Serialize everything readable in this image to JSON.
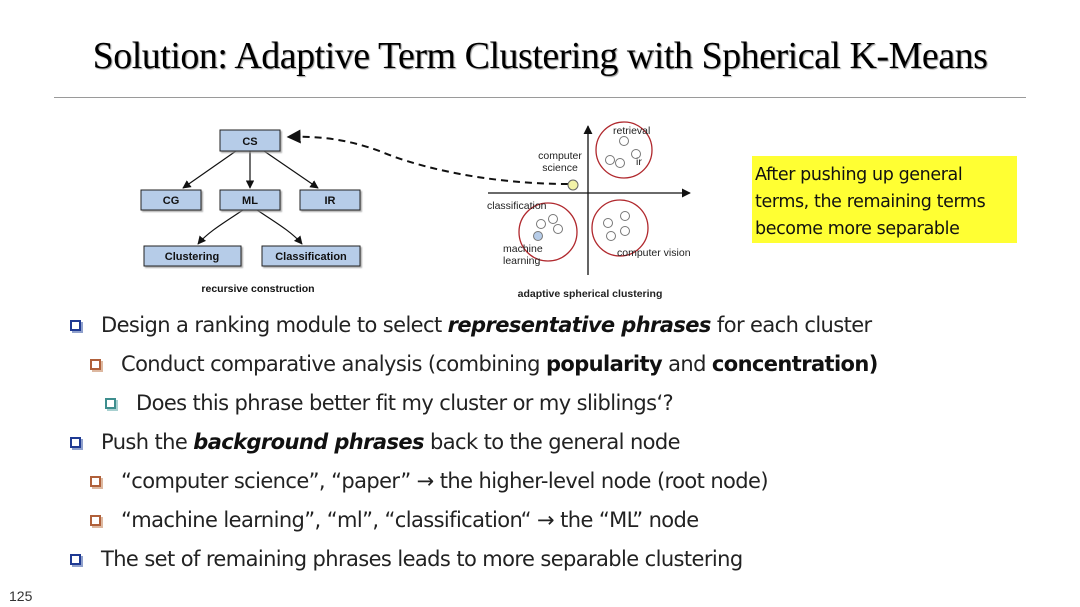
{
  "slide": {
    "title": "Solution: Adaptive Term Clustering with Spherical K-Means",
    "page_number": "125"
  },
  "tree": {
    "nodes": {
      "cs": "CS",
      "cg": "CG",
      "ml": "ML",
      "ir": "IR",
      "clustering": "Clustering",
      "classification": "Classification"
    },
    "caption": "recursive construction"
  },
  "scatter": {
    "labels": {
      "computer_science_l1": "computer",
      "computer_science_l2": "science",
      "retrieval": "retrieval",
      "ir": "ir",
      "classification": "classification",
      "ml_l1": "machine",
      "ml_l2": "learning",
      "computer_vision": "computer vision"
    },
    "caption": "adaptive spherical clustering"
  },
  "callout": {
    "line1": "After pushing up general",
    "line2": "terms, the remaining terms",
    "line3": "become more separable"
  },
  "bullets": {
    "b1": {
      "pre": "Design a ranking module to select ",
      "em": "representative phrases",
      "post": " for each cluster"
    },
    "b2": {
      "pre": "Conduct comparative analysis (combining ",
      "bold1": "popularity",
      "mid": " and ",
      "bold2": "concentration)"
    },
    "b3": {
      "text": "Does this phrase better fit my cluster or my sliblings‘?"
    },
    "b4": {
      "pre": "Push the ",
      "em": "background phrases",
      "post": " back to the general node"
    },
    "b5": {
      "text": "“computer science”, “paper” → the higher-level node (root node)"
    },
    "b6": {
      "text": "“machine learning”, “ml”, “classification“ → the “ML” node"
    },
    "b7": {
      "text": "The set of remaining phrases leads to more separable clustering"
    }
  },
  "colors": {
    "node_fill": "#b6cce8",
    "callout_bg": "#ffff33",
    "cluster_ring": "#b0282d",
    "general_point": "#f2f2a8"
  }
}
